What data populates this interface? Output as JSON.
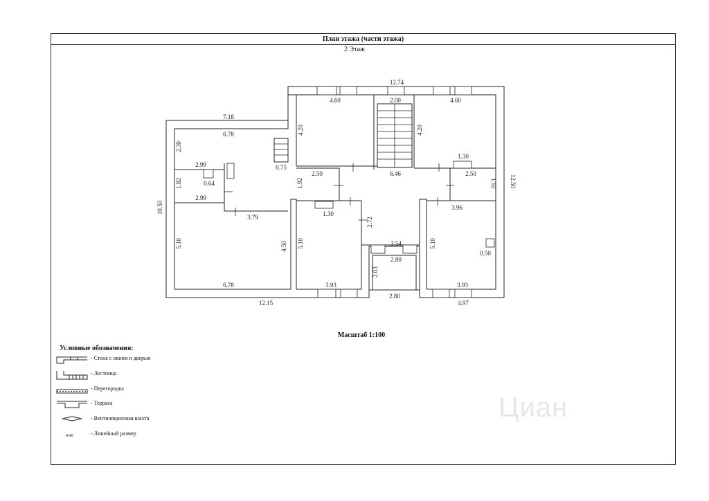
{
  "header": {
    "title": "План этажа (части этажа)",
    "floor": "2 Этаж"
  },
  "scale": "Масштаб 1:100",
  "legend": {
    "title": "Условные обозначения:",
    "items": [
      {
        "label": "- Стена с окном и дверью",
        "symbol": "wall-window-door-icon"
      },
      {
        "label": "- Лестница",
        "symbol": "stairs-icon"
      },
      {
        "label": "- Перегородка",
        "symbol": "partition-icon"
      },
      {
        "label": "- Терраса",
        "symbol": "terrace-icon"
      },
      {
        "label": "- Вентиляционная шахта",
        "symbol": "ventilation-shaft-icon"
      },
      {
        "label": "- Линейный размер",
        "symbol": "4.40"
      }
    ]
  },
  "dimensions": {
    "total_width_top": "12.74",
    "left_wing_width": "7.18",
    "total_width_bottom": "12.15",
    "left_height": "10.50",
    "right_height": "12.50",
    "room_nw_width": "6.78",
    "room_nw_height": "2.30",
    "stair_small_width": "0.75",
    "wc_width": "2.99",
    "wc_height": "1.82",
    "shaft_nw": "0.64",
    "hall_width": "2.99",
    "corridor_w": "3.79",
    "room_sw_width": "6.78",
    "room_sw_height_l": "5.10",
    "room_sw_height_r": "4.50",
    "room_n1_width": "4.60",
    "room_n1_height": "4.20",
    "stair_width": "2.00",
    "room_n2_width": "4.60",
    "room_n2_height": "4.20",
    "shaft_n": "1.30",
    "hall_width_center": "6.46",
    "bath_left_width": "2.50",
    "bath_left_height": "1.92",
    "bath_right_width": "2.50",
    "bath_right_height": "1.92",
    "shaft_s": "1.30",
    "corridor_height": "2.72",
    "room_s2_width": "3.96",
    "room_s1_height": "5.10",
    "room_s1_width": "3.93",
    "terrace_width_top": "3.54",
    "terrace_inner": "2.80",
    "terrace_height": "2.03",
    "terrace_width_bottom": "2.80",
    "room_s2_height": "5.10",
    "shaft_se": "0.50",
    "room_s2_width_bottom": "3.93",
    "right_part_width": "4.97"
  },
  "watermark": "Циан"
}
